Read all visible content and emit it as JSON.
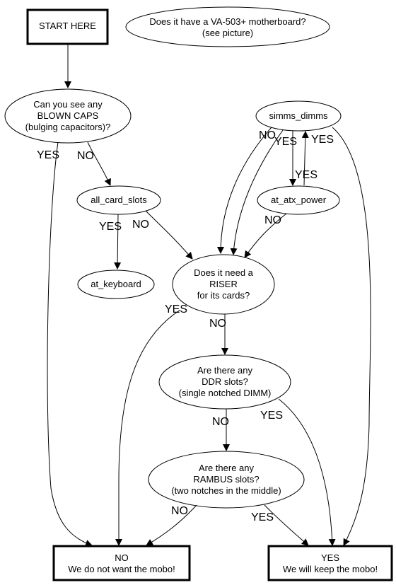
{
  "nodes": {
    "start": {
      "lines": [
        "START HERE"
      ]
    },
    "question": {
      "lines": [
        "Does it have a VA-503+ motherboard?",
        "(see picture)"
      ]
    },
    "blown_caps": {
      "lines": [
        "Can you see any",
        "BLOWN CAPS",
        "(bulging capacitors)?"
      ]
    },
    "simms_dimms": {
      "lines": [
        "simms_dimms"
      ]
    },
    "all_card_slots": {
      "lines": [
        "all_card_slots"
      ]
    },
    "at_atx_power": {
      "lines": [
        "at_atx_power"
      ]
    },
    "at_keyboard": {
      "lines": [
        "at_keyboard"
      ]
    },
    "riser": {
      "lines": [
        "Does it need a",
        "RISER",
        "for its cards?"
      ]
    },
    "ddr": {
      "lines": [
        "Are there any",
        "DDR slots?",
        "(single notched DIMM)"
      ]
    },
    "rambus": {
      "lines": [
        "Are there any",
        "RAMBUS slots?",
        "(two notches in the middle)"
      ]
    },
    "no_result": {
      "lines": [
        "NO",
        "We do not want the mobo!"
      ]
    },
    "yes_result": {
      "lines": [
        "YES",
        "We will keep the mobo!"
      ]
    }
  },
  "edge_labels": {
    "caps_yes": "YES",
    "caps_no": "NO",
    "simms_no": "NO",
    "simms_yes_1": "YES",
    "simms_yes_2": "YES",
    "atx_yes": "YES",
    "cards_yes": "YES",
    "cards_no": "NO",
    "atx_no": "NO",
    "riser_yes": "YES",
    "riser_no": "NO",
    "ddr_no": "NO",
    "ddr_yes": "YES",
    "rambus_no": "NO",
    "rambus_yes": "YES"
  },
  "colors": {
    "stroke": "#000000",
    "fill": "#ffffff",
    "text": "#000000"
  }
}
